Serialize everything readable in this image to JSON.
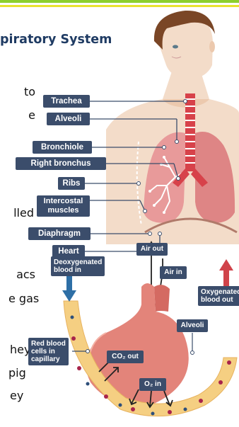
{
  "header": {
    "title": "piratory System"
  },
  "text_fragments": [
    {
      "id": "to",
      "text": "to"
    },
    {
      "id": "e",
      "text": "e"
    },
    {
      "id": "lled",
      "text": "lled"
    },
    {
      "id": "acs",
      "text": "acs"
    },
    {
      "id": "gas",
      "text": "e gas"
    },
    {
      "id": "they",
      "text": "hey"
    },
    {
      "id": "big",
      "text": "pig"
    },
    {
      "id": "ey",
      "text": "ey"
    }
  ],
  "labels": {
    "trachea": "Trachea",
    "alveoli": "Alveoli",
    "bronchiole": "Bronchiole",
    "right_bronchus": "Right bronchus",
    "ribs": "Ribs",
    "intercostal_1": "Intercostal",
    "intercostal_2": "muscles",
    "diaphragm": "Diaphragm",
    "heart": "Heart",
    "air_out": "Air out",
    "air_in": "Air in",
    "deoxy_1": "Deoxygenated",
    "deoxy_2": "blood in",
    "oxy_1": "Oxygenated",
    "oxy_2": "blood out",
    "alveoli_2": "Alveoli",
    "red_1": "Red blood",
    "red_2": "cells in",
    "red_3": "capillary",
    "co2_out": "CO₂ out",
    "o2_in": "O₂ in"
  },
  "colors": {
    "label_bg": "#3b4d6b",
    "title": "#1f3b63",
    "lung_pink": "#e89a9a",
    "trachea_red": "#d7424a",
    "skin": "#f3dcc9",
    "blue_arrow": "#2e6fa6",
    "red_arrow": "#d0434a"
  }
}
